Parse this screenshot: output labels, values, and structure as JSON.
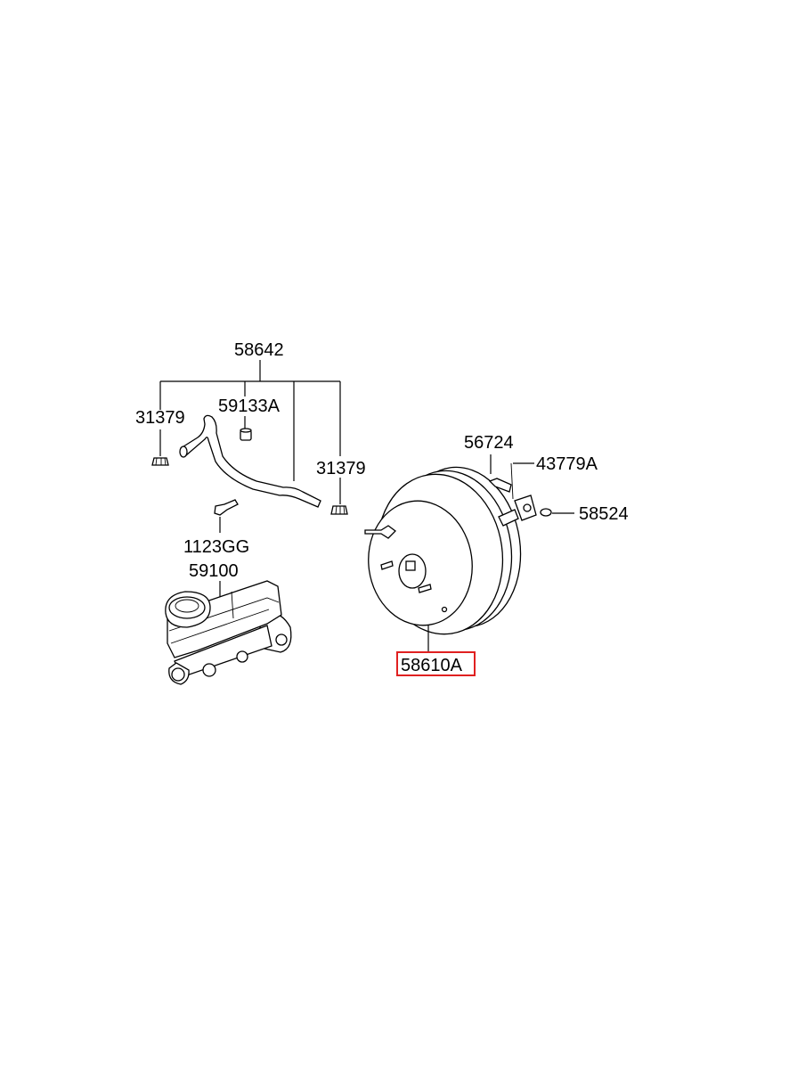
{
  "diagram": {
    "highlight_color": "#e02020",
    "labels": {
      "p58642": "58642",
      "p31379_left": "31379",
      "p59133A": "59133A",
      "p31379_right": "31379",
      "p56724": "56724",
      "p43779A": "43779A",
      "p58524": "58524",
      "p1123GG": "1123GG",
      "p59100": "59100",
      "p58610A": "58610A"
    },
    "highlighted_part": "58610A"
  }
}
